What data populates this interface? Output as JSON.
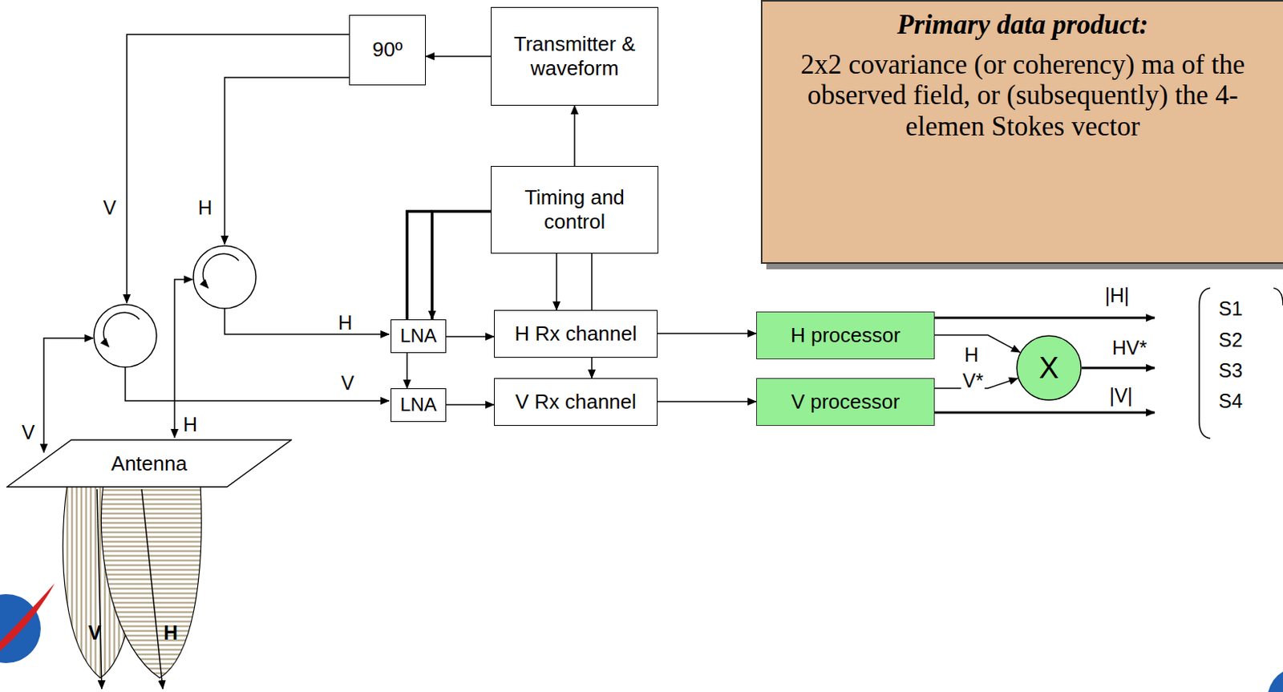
{
  "diagram": {
    "nodes": [
      {
        "text": [
          "90º"
        ]
      },
      {
        "text": [
          "Transmitter & waveform"
        ]
      },
      {
        "text": [
          "Primary data product:",
          "2x2 covariance (or coherency) ma of the observed field, or (subsequently) the 4-elemen Stokes vector"
        ]
      },
      {
        "text": [
          "Timing and control"
        ]
      },
      {
        "text": [
          "LNA"
        ]
      },
      {
        "text": [
          "H Rx channel"
        ]
      },
      {
        "text": [
          "LNA"
        ]
      },
      {
        "text": [
          "V Rx channel"
        ]
      },
      {
        "text": [
          "H processor"
        ]
      },
      {
        "text": [
          "V processor"
        ]
      },
      {
        "text": [
          "X"
        ]
      },
      {
        "text": [
          "Antenna"
        ]
      }
    ],
    "edges": [
      {
        "from": 1,
        "to": 0,
        "arrow": "to"
      },
      {
        "from": 3,
        "to": 1,
        "arrow": "to"
      },
      {
        "from": 3,
        "to": 4,
        "arrow": "to"
      },
      {
        "from": 4,
        "to": 6,
        "arrow": "to"
      },
      {
        "from": 3,
        "to": 5,
        "arrow": "to"
      },
      {
        "from": 5,
        "to": 7,
        "arrow": "to"
      },
      {
        "from": 4,
        "to": 5,
        "arrow": "to"
      },
      {
        "from": 6,
        "to": 7,
        "arrow": "to"
      },
      {
        "from": 5,
        "to": 8,
        "arrow": "to"
      },
      {
        "from": 7,
        "to": 9,
        "arrow": "to"
      },
      {
        "from": 8,
        "to": 10,
        "label": "H",
        "arrow": "to"
      },
      {
        "from": 9,
        "to": 10,
        "label": "V*",
        "arrow": "to"
      }
    ],
    "labels": [
      "V",
      "H",
      "H",
      "V",
      "V",
      "H",
      "|H|",
      "HV*",
      "|V|",
      "S1",
      "S2",
      "S3",
      "S4",
      "V",
      "H"
    ]
  }
}
